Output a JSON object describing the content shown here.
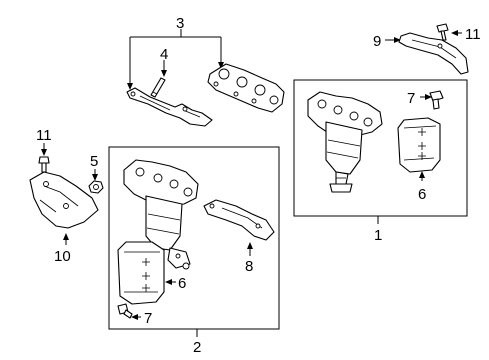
{
  "callouts": {
    "c1": "1",
    "c2": "2",
    "c3": "3",
    "c4": "4",
    "c5": "5",
    "c6a": "6",
    "c6b": "6",
    "c7a": "7",
    "c7b": "7",
    "c8": "8",
    "c9": "9",
    "c10": "10",
    "c11a": "11",
    "c11b": "11"
  },
  "colors": {
    "line": "#000000",
    "background": "#ffffff"
  }
}
